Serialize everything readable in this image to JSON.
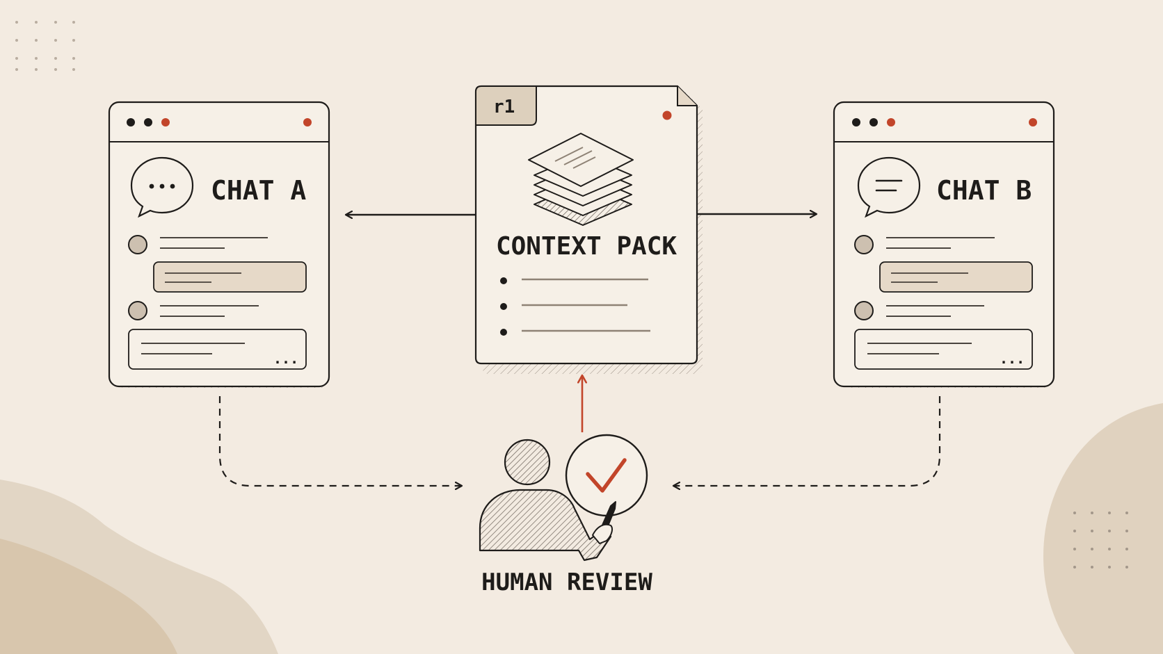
{
  "colors": {
    "background": "#f3ebe1",
    "ink": "#1e1c1a",
    "accent": "#c2452a",
    "panel": "#f6f0e7",
    "highlight": "#e6d9c8",
    "tan": "#d9c7ae"
  },
  "chat_a": {
    "title": "CHAT A",
    "icon": "speech-bubble-dots-icon",
    "overflow": "..."
  },
  "chat_b": {
    "title": "CHAT B",
    "icon": "speech-bubble-lines-icon",
    "overflow": "..."
  },
  "context_pack": {
    "tab_label": "r1",
    "title": "CONTEXT PACK",
    "icon": "stacked-pages-icon"
  },
  "review": {
    "label": "HUMAN REVIEW",
    "icons": [
      "person-icon",
      "checkmark-icon",
      "pen-icon"
    ]
  }
}
